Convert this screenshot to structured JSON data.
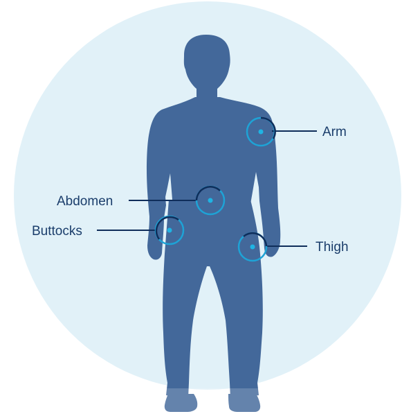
{
  "colors": {
    "background_circle": "#e1f1f8",
    "silhouette": "#43689a",
    "ring_outer": "#1ea3d6",
    "ring_accent": "#0f2d5a",
    "dot": "#1fb4e3",
    "leader_line": "#0f2d5a",
    "label_text": "#1a3d6b"
  },
  "sites": [
    {
      "id": "arm",
      "label": "Arm"
    },
    {
      "id": "abdomen",
      "label": "Abdomen"
    },
    {
      "id": "buttocks",
      "label": "Buttocks"
    },
    {
      "id": "thigh",
      "label": "Thigh"
    }
  ]
}
